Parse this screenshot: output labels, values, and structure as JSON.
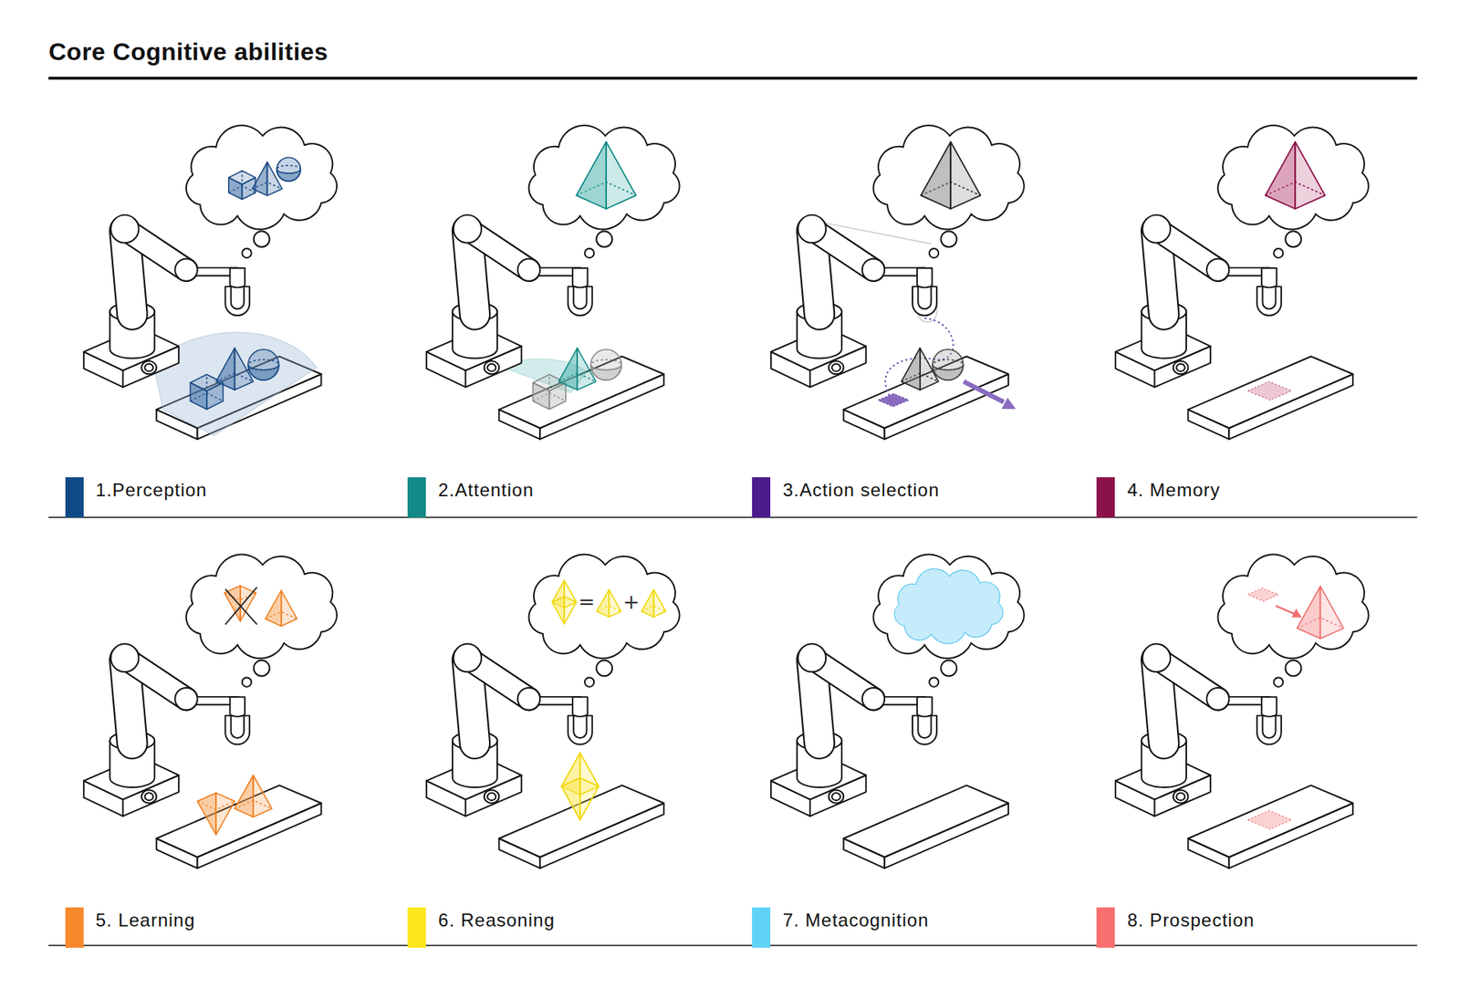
{
  "diagram": {
    "title": "Core Cognitive abilities",
    "labels": [
      "=",
      "+"
    ],
    "legend": [
      {
        "text": "1.Perception",
        "color": "#0e4a86"
      },
      {
        "text": "2.Attention",
        "color": "#138a87"
      },
      {
        "text": "3.Action selection",
        "color": "#4b1c8c"
      },
      {
        "text": "4. Memory",
        "color": "#8b1248"
      },
      {
        "text": "5. Learning",
        "color": "#f6892b"
      },
      {
        "text": "6. Reasoning",
        "color": "#fde61c"
      },
      {
        "text": "7. Metacognition",
        "color": "#5fd3f7"
      },
      {
        "text": "8. Prospection",
        "color": "#f7706f"
      }
    ]
  }
}
